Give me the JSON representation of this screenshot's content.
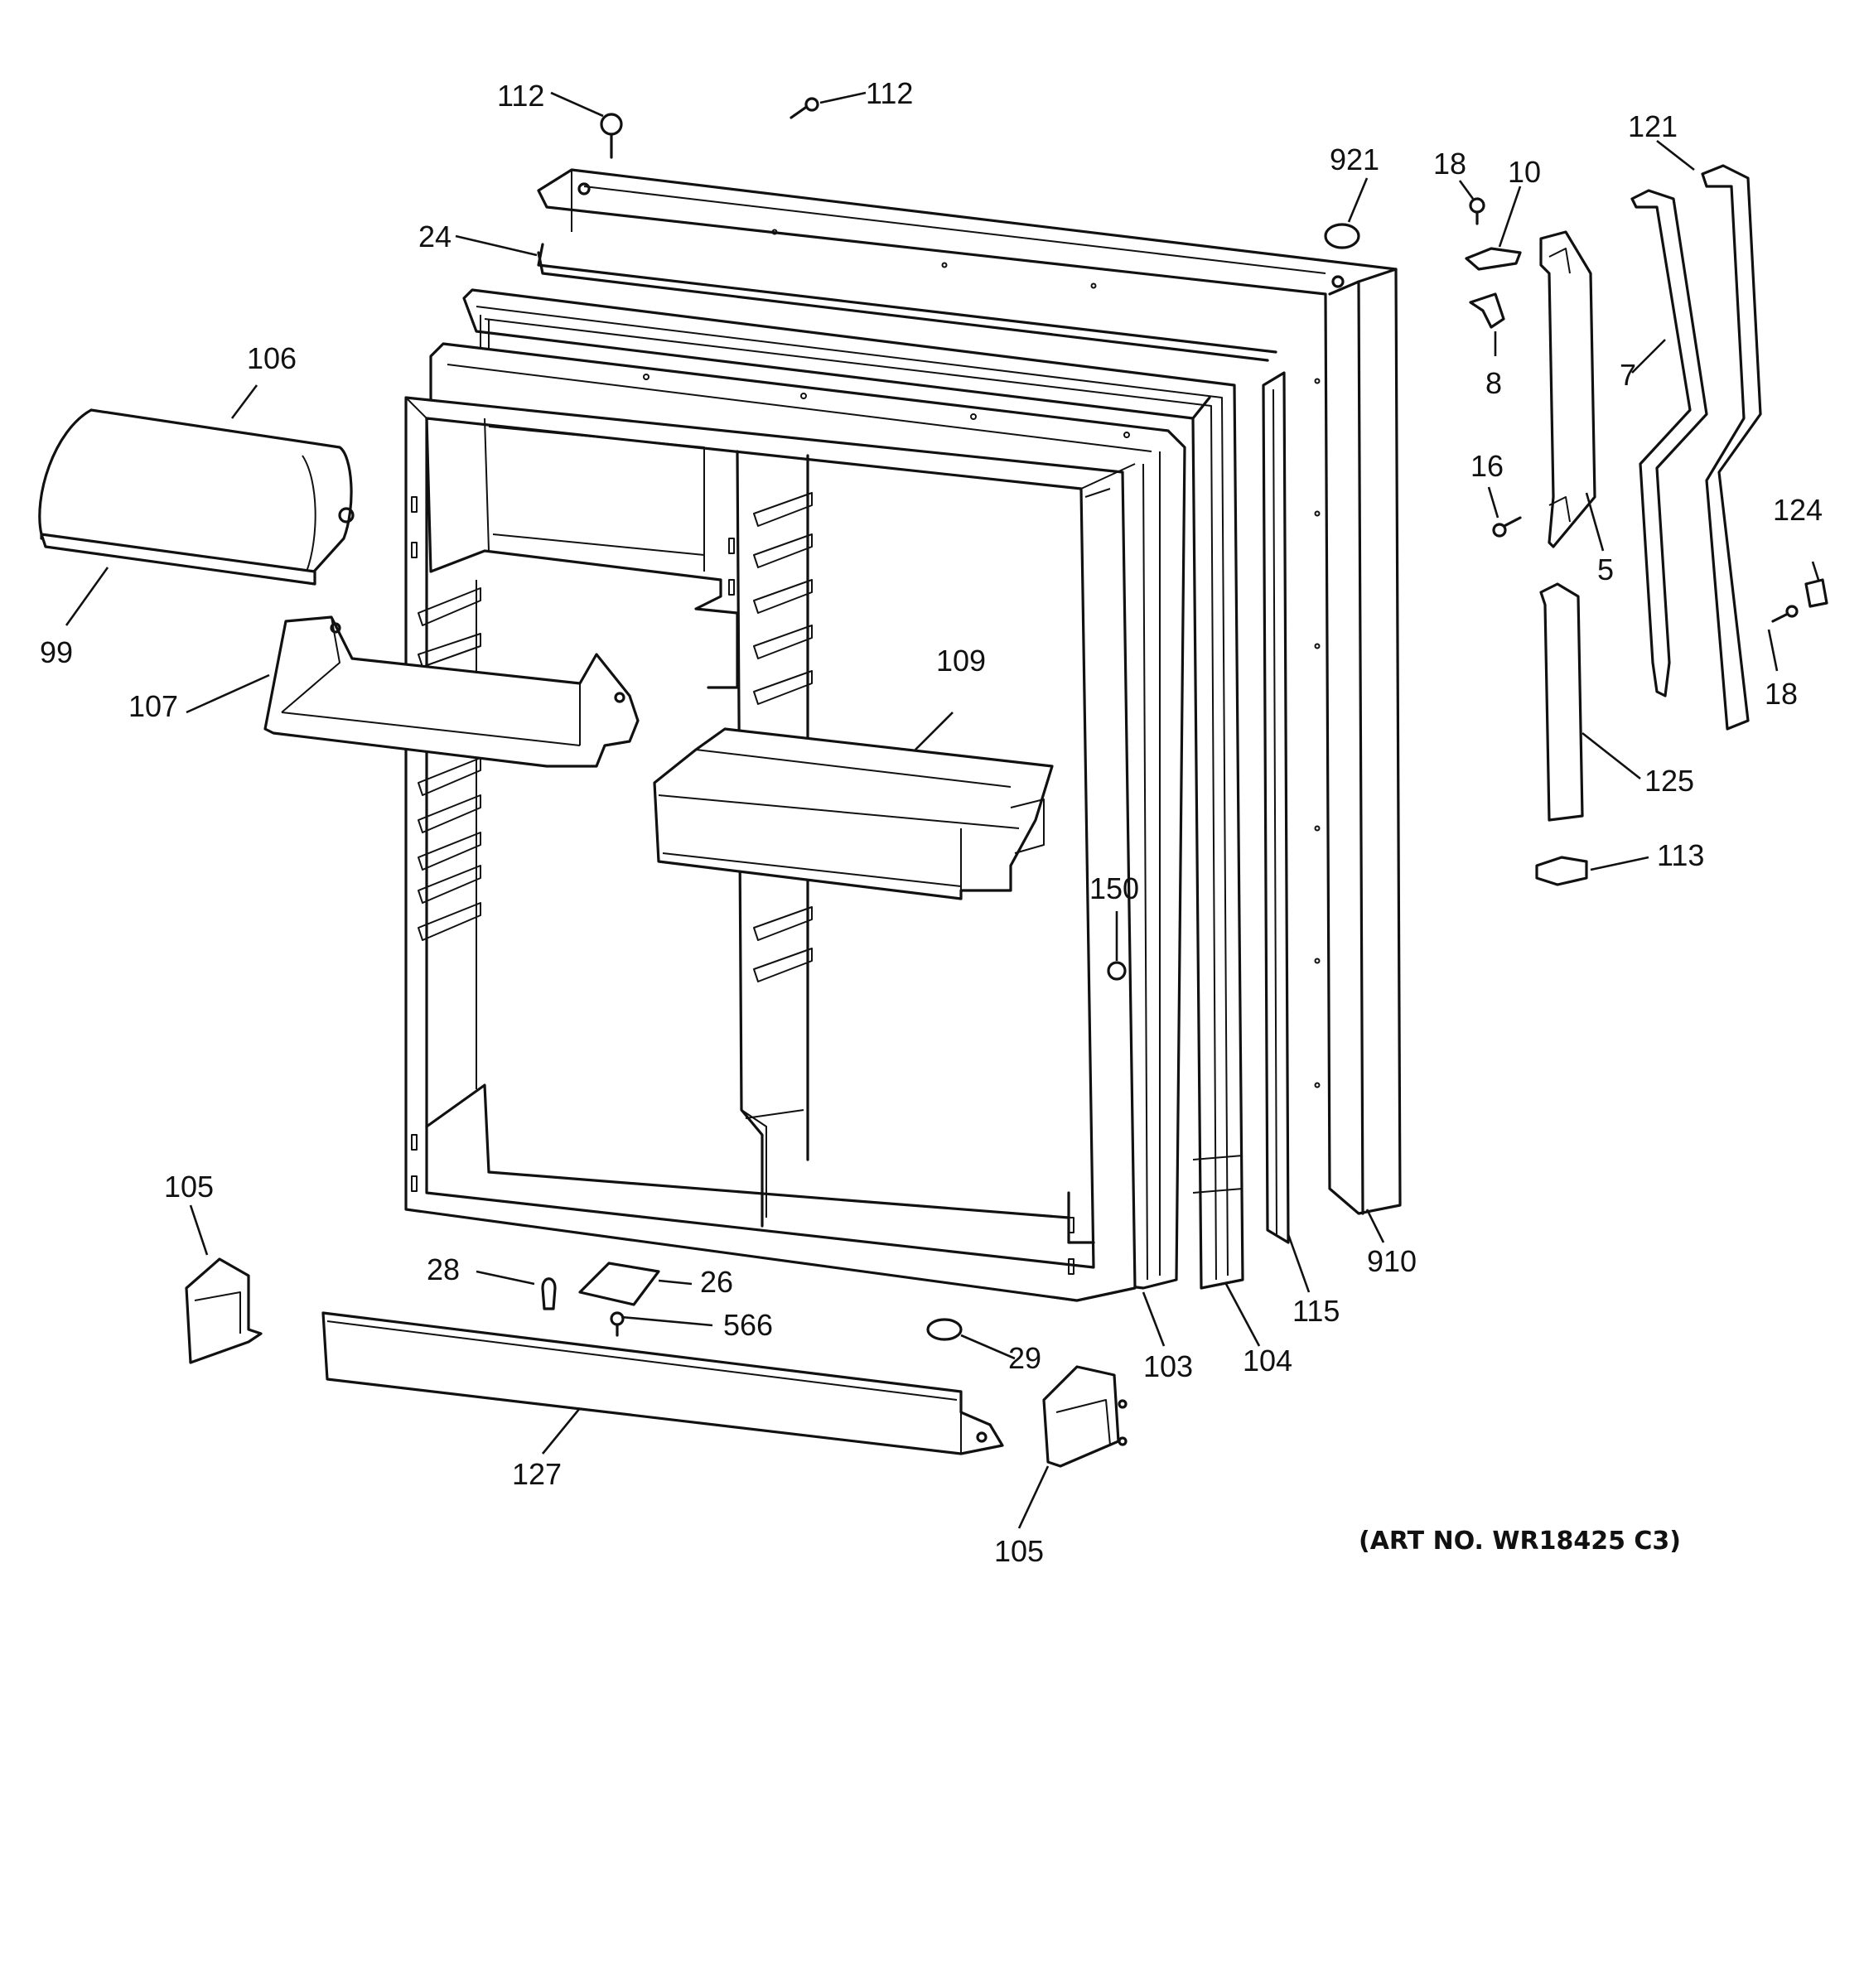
{
  "labels": {
    "l112a": "112",
    "l112b": "112",
    "l921": "921",
    "l18a": "18",
    "l10": "10",
    "l121": "121",
    "l24": "24",
    "l8": "8",
    "l7": "7",
    "l106": "106",
    "l16": "16",
    "l124": "124",
    "l5": "5",
    "l99": "99",
    "l18b": "18",
    "l109": "109",
    "l107": "107",
    "l125": "125",
    "l113": "113",
    "l150": "150",
    "l105a": "105",
    "l28": "28",
    "l26": "26",
    "l566": "566",
    "l29": "29",
    "l103": "103",
    "l104": "104",
    "l115": "115",
    "l910": "910",
    "l127": "127",
    "l105b": "105"
  },
  "art_number": "(ART NO. WR18425 C3)"
}
